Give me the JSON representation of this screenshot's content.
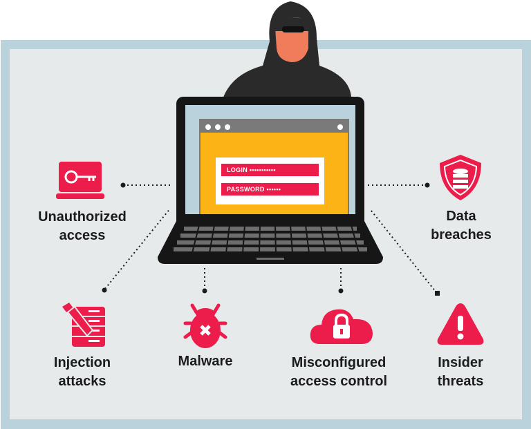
{
  "colors": {
    "accent": "#ec1c4b",
    "frame": "#bad2dc",
    "background": "#e6eaeb",
    "screen_yellow": "#fbb316"
  },
  "login_form": {
    "login_label": "LOGIN",
    "login_value": "•••••••••••",
    "password_label": "PASSWORD",
    "password_value": "••••••"
  },
  "threats": [
    {
      "icon": "laptop-key-icon",
      "line1": "Unauthorized",
      "line2": "access"
    },
    {
      "icon": "shield-database-icon",
      "line1": "Data",
      "line2": "breaches"
    },
    {
      "icon": "injection-server-icon",
      "line1": "Injection",
      "line2": "attacks"
    },
    {
      "icon": "bug-icon",
      "line1": "Malware",
      "line2": ""
    },
    {
      "icon": "cloud-lock-icon",
      "line1": "Misconfigured",
      "line2": "access control"
    },
    {
      "icon": "warning-triangle-icon",
      "line1": "Insider",
      "line2": "threats"
    }
  ]
}
